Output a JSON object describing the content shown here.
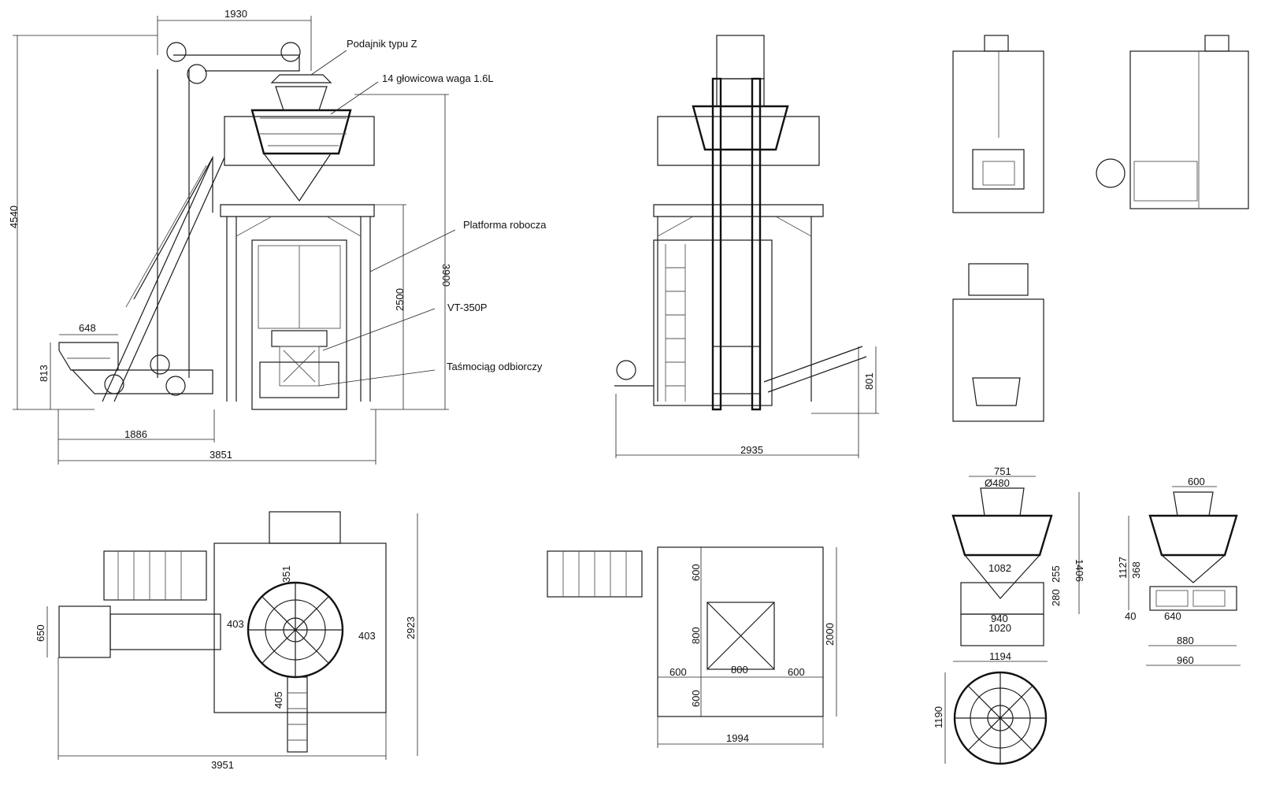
{
  "labels": {
    "feeder": "Podajnik typu Z",
    "weigher": "14 głowicowa waga 1.6L",
    "platform": "Platforma robocza",
    "machine": "VT-350P",
    "conveyor": "Taśmociąg odbiorczy"
  },
  "dims_front": {
    "width_top": "1930",
    "height_total": "4540",
    "height_weigher": "3900",
    "height_platform": "2500",
    "hopper_width": "648",
    "hopper_height": "813",
    "base_1": "1886",
    "base_total": "3851"
  },
  "dims_side": {
    "width": "2935",
    "conveyor_height": "801"
  },
  "dims_top": {
    "width": "3951",
    "depth": "2923",
    "feeder_w": "650",
    "r1": "351",
    "r2": "403",
    "r3": "403",
    "r4": "405"
  },
  "dims_platform": {
    "a": "600",
    "b": "800",
    "c": "600",
    "d": "800",
    "e": "600",
    "f": "600",
    "depth": "2000",
    "width": "1994"
  },
  "dims_weigher_front": {
    "top": "751",
    "dia": "Ø480",
    "h": "1406",
    "d1": "1082",
    "d2": "255",
    "d3": "280",
    "d4": "940",
    "d5": "1020"
  },
  "dims_weigher_side": {
    "top": "600",
    "h": "1127",
    "h2": "368",
    "a": "40",
    "b": "640",
    "c": "880",
    "d": "960"
  },
  "dims_weigher_top": {
    "w": "1194",
    "h": "1190"
  }
}
